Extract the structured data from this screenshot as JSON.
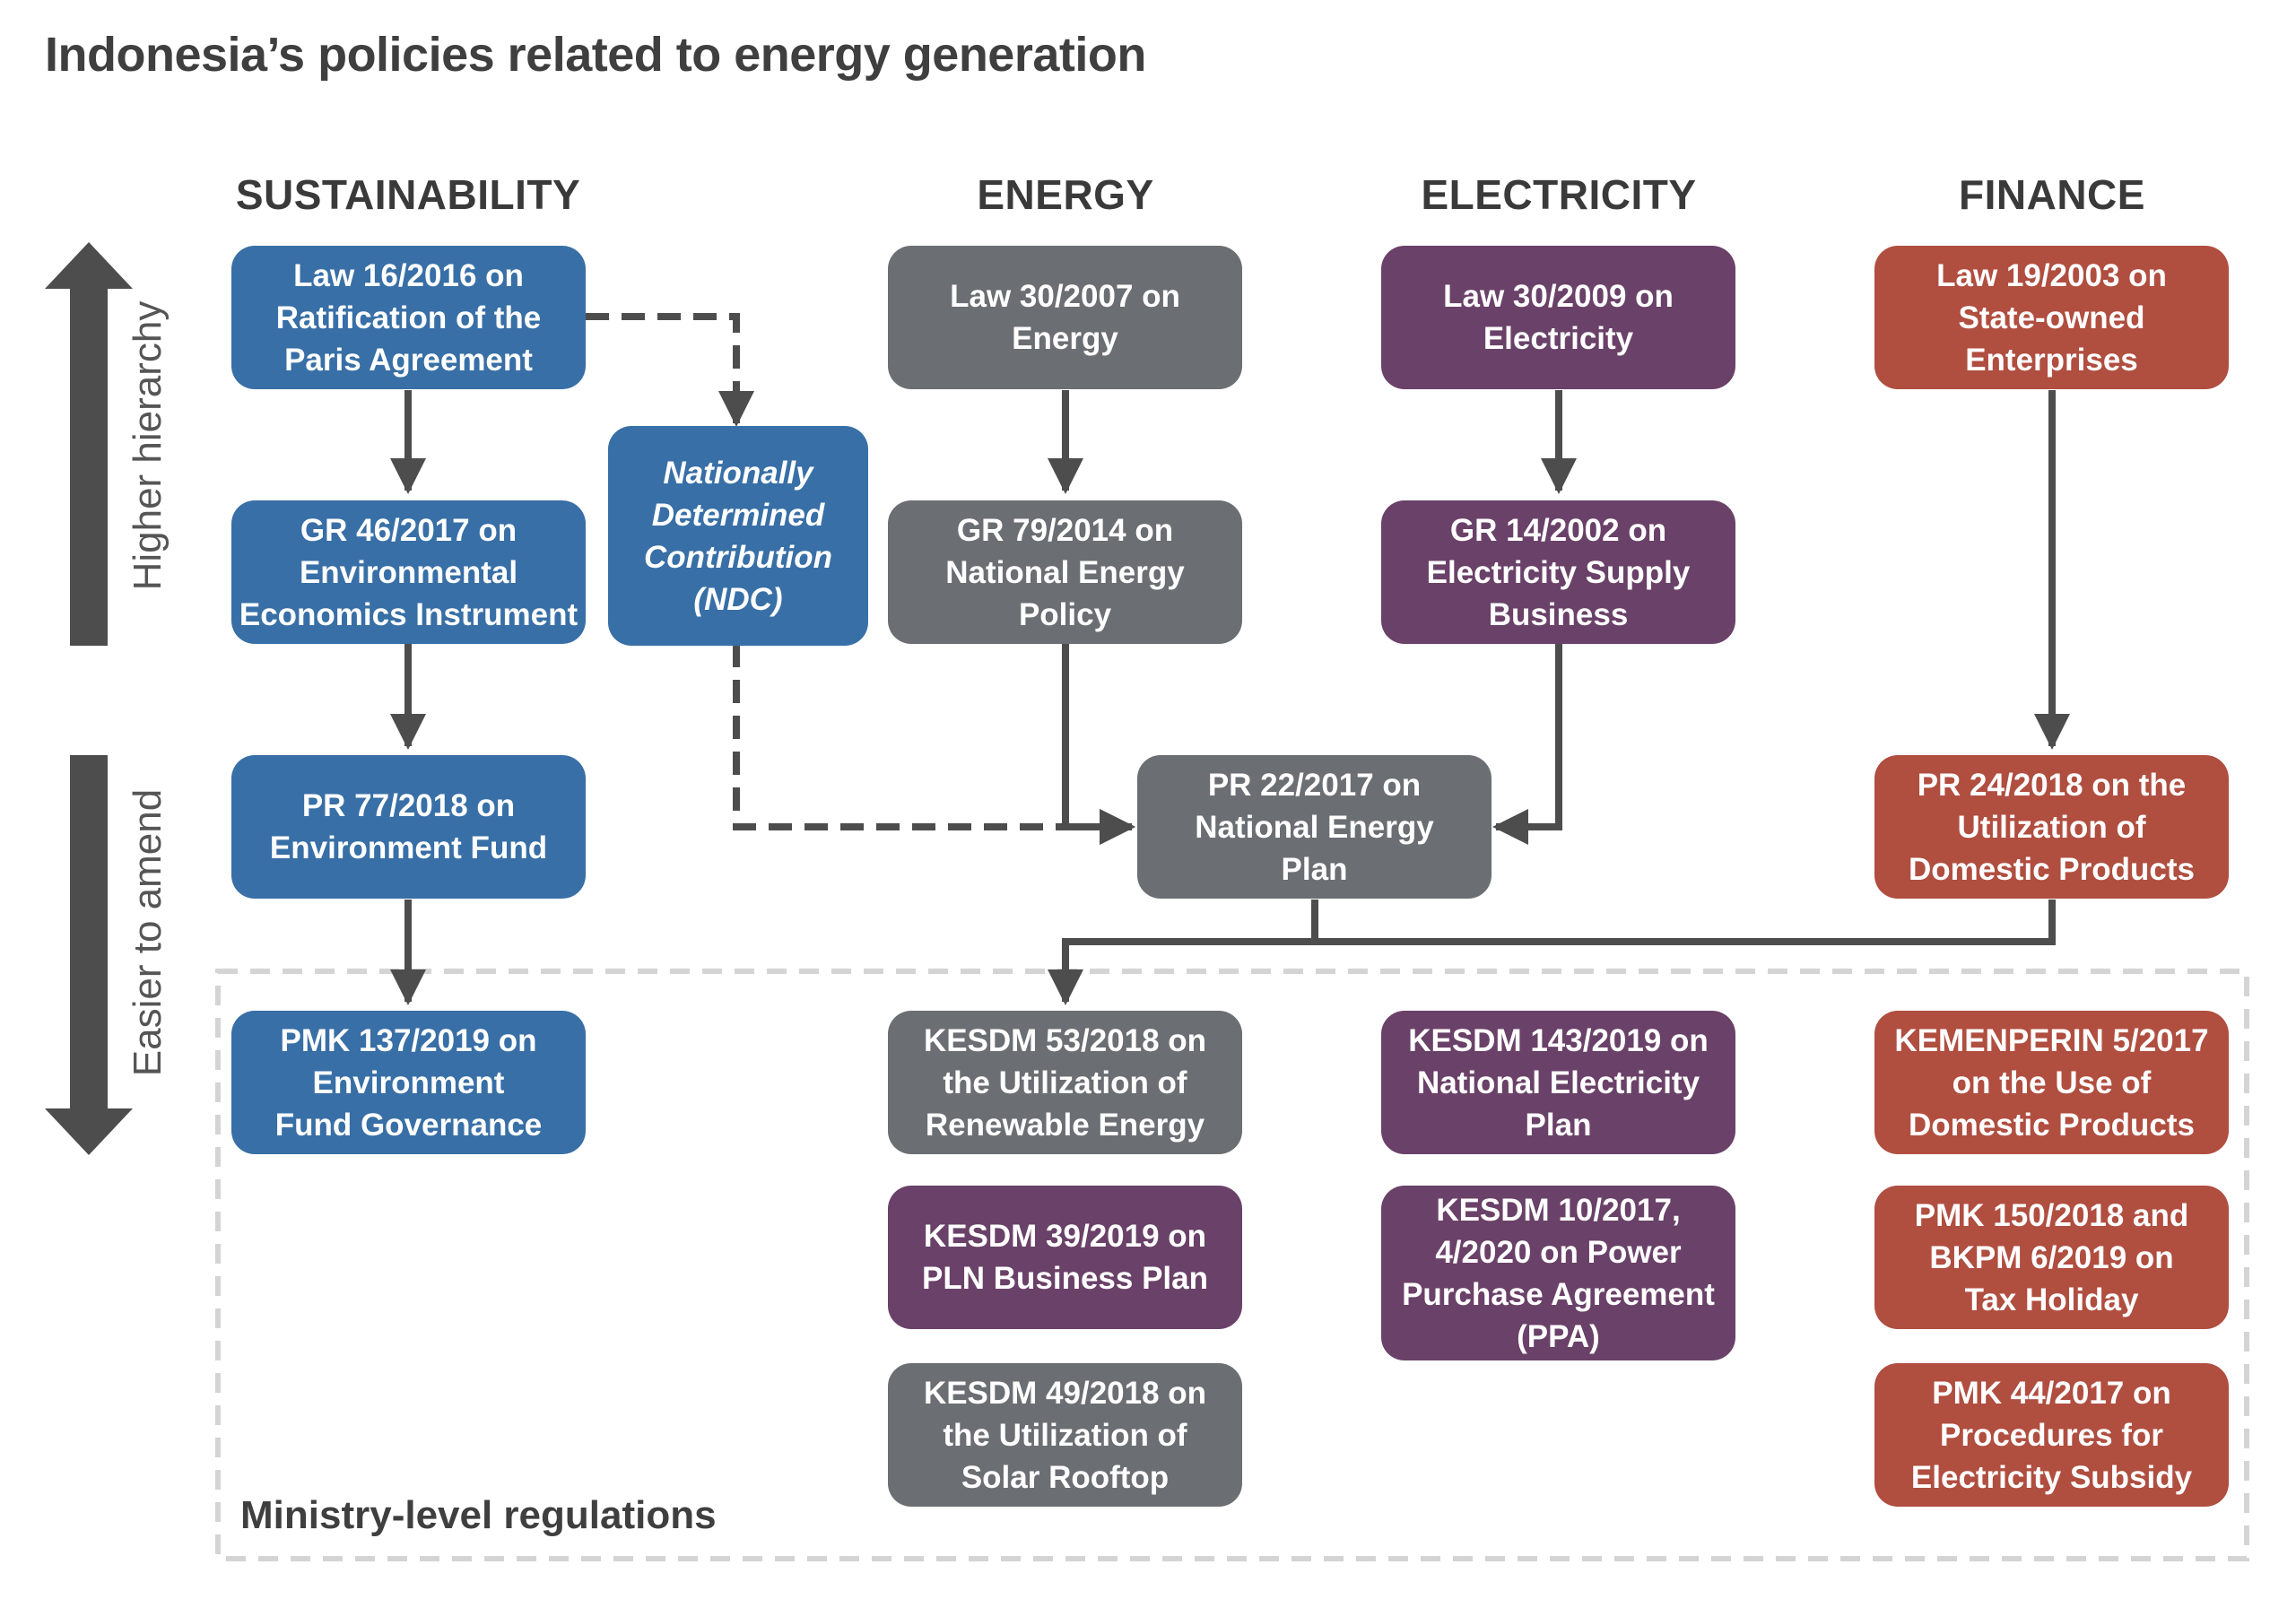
{
  "title": "Indonesia’s policies related to energy generation",
  "columns": [
    "SUSTAINABILITY",
    "ENERGY",
    "ELECTRICITY",
    "FINANCE"
  ],
  "axis": {
    "higher_hierarchy": "Higher hierarchy",
    "easier_to_amend": "Easier to amend"
  },
  "ministry_label": "Ministry-level regulations",
  "colors": {
    "sustainability": "#386fa6",
    "energy": "#6b6e72",
    "electricity": "#6a4168",
    "finance": "#b04e40",
    "arrow": "#4d4d4d",
    "ministry_border": "#d4d4d4"
  },
  "boxes": {
    "law16": "Law 16/2016 on\nRatification of the\nParis Agreement",
    "gr46": "GR 46/2017 on\nEnvironmental\nEconomics Instrument",
    "ndc": "Nationally\nDetermined\nContribution\n(NDC)",
    "pr77": "PR 77/2018 on\nEnvironment Fund",
    "pmk137": "PMK 137/2019 on\nEnvironment\nFund Governance",
    "law30_2007": "Law 30/2007 on\nEnergy",
    "gr79": "GR 79/2014 on\nNational Energy Policy",
    "pr22": "PR 22/2017 on\nNational Energy\nPlan",
    "kesdm53": "KESDM 53/2018 on\nthe Utilization of\nRenewable Energy",
    "kesdm39": "KESDM 39/2019 on\nPLN Business Plan",
    "kesdm49": "KESDM 49/2018 on\nthe Utilization of\nSolar Rooftop",
    "law30_2009": "Law 30/2009 on\nElectricity",
    "gr14": "GR 14/2002 on\nElectricity Supply\nBusiness",
    "kesdm143": "KESDM 143/2019 on\nNational Electricity\nPlan",
    "kesdm10": "KESDM 10/2017,\n4/2020 on Power\nPurchase Agreement\n(PPA)",
    "law19": "Law 19/2003 on\nState-owned\nEnterprises",
    "pr24": "PR 24/2018 on the\nUtilization of\nDomestic Products",
    "kemenperin5": "KEMENPERIN 5/2017\non the Use of\nDomestic Products",
    "pmk150": "PMK 150/2018 and\nBKPM 6/2019 on\nTax Holiday",
    "pmk44": "PMK 44/2017 on\nProcedures for\nElectricity Subsidy"
  }
}
